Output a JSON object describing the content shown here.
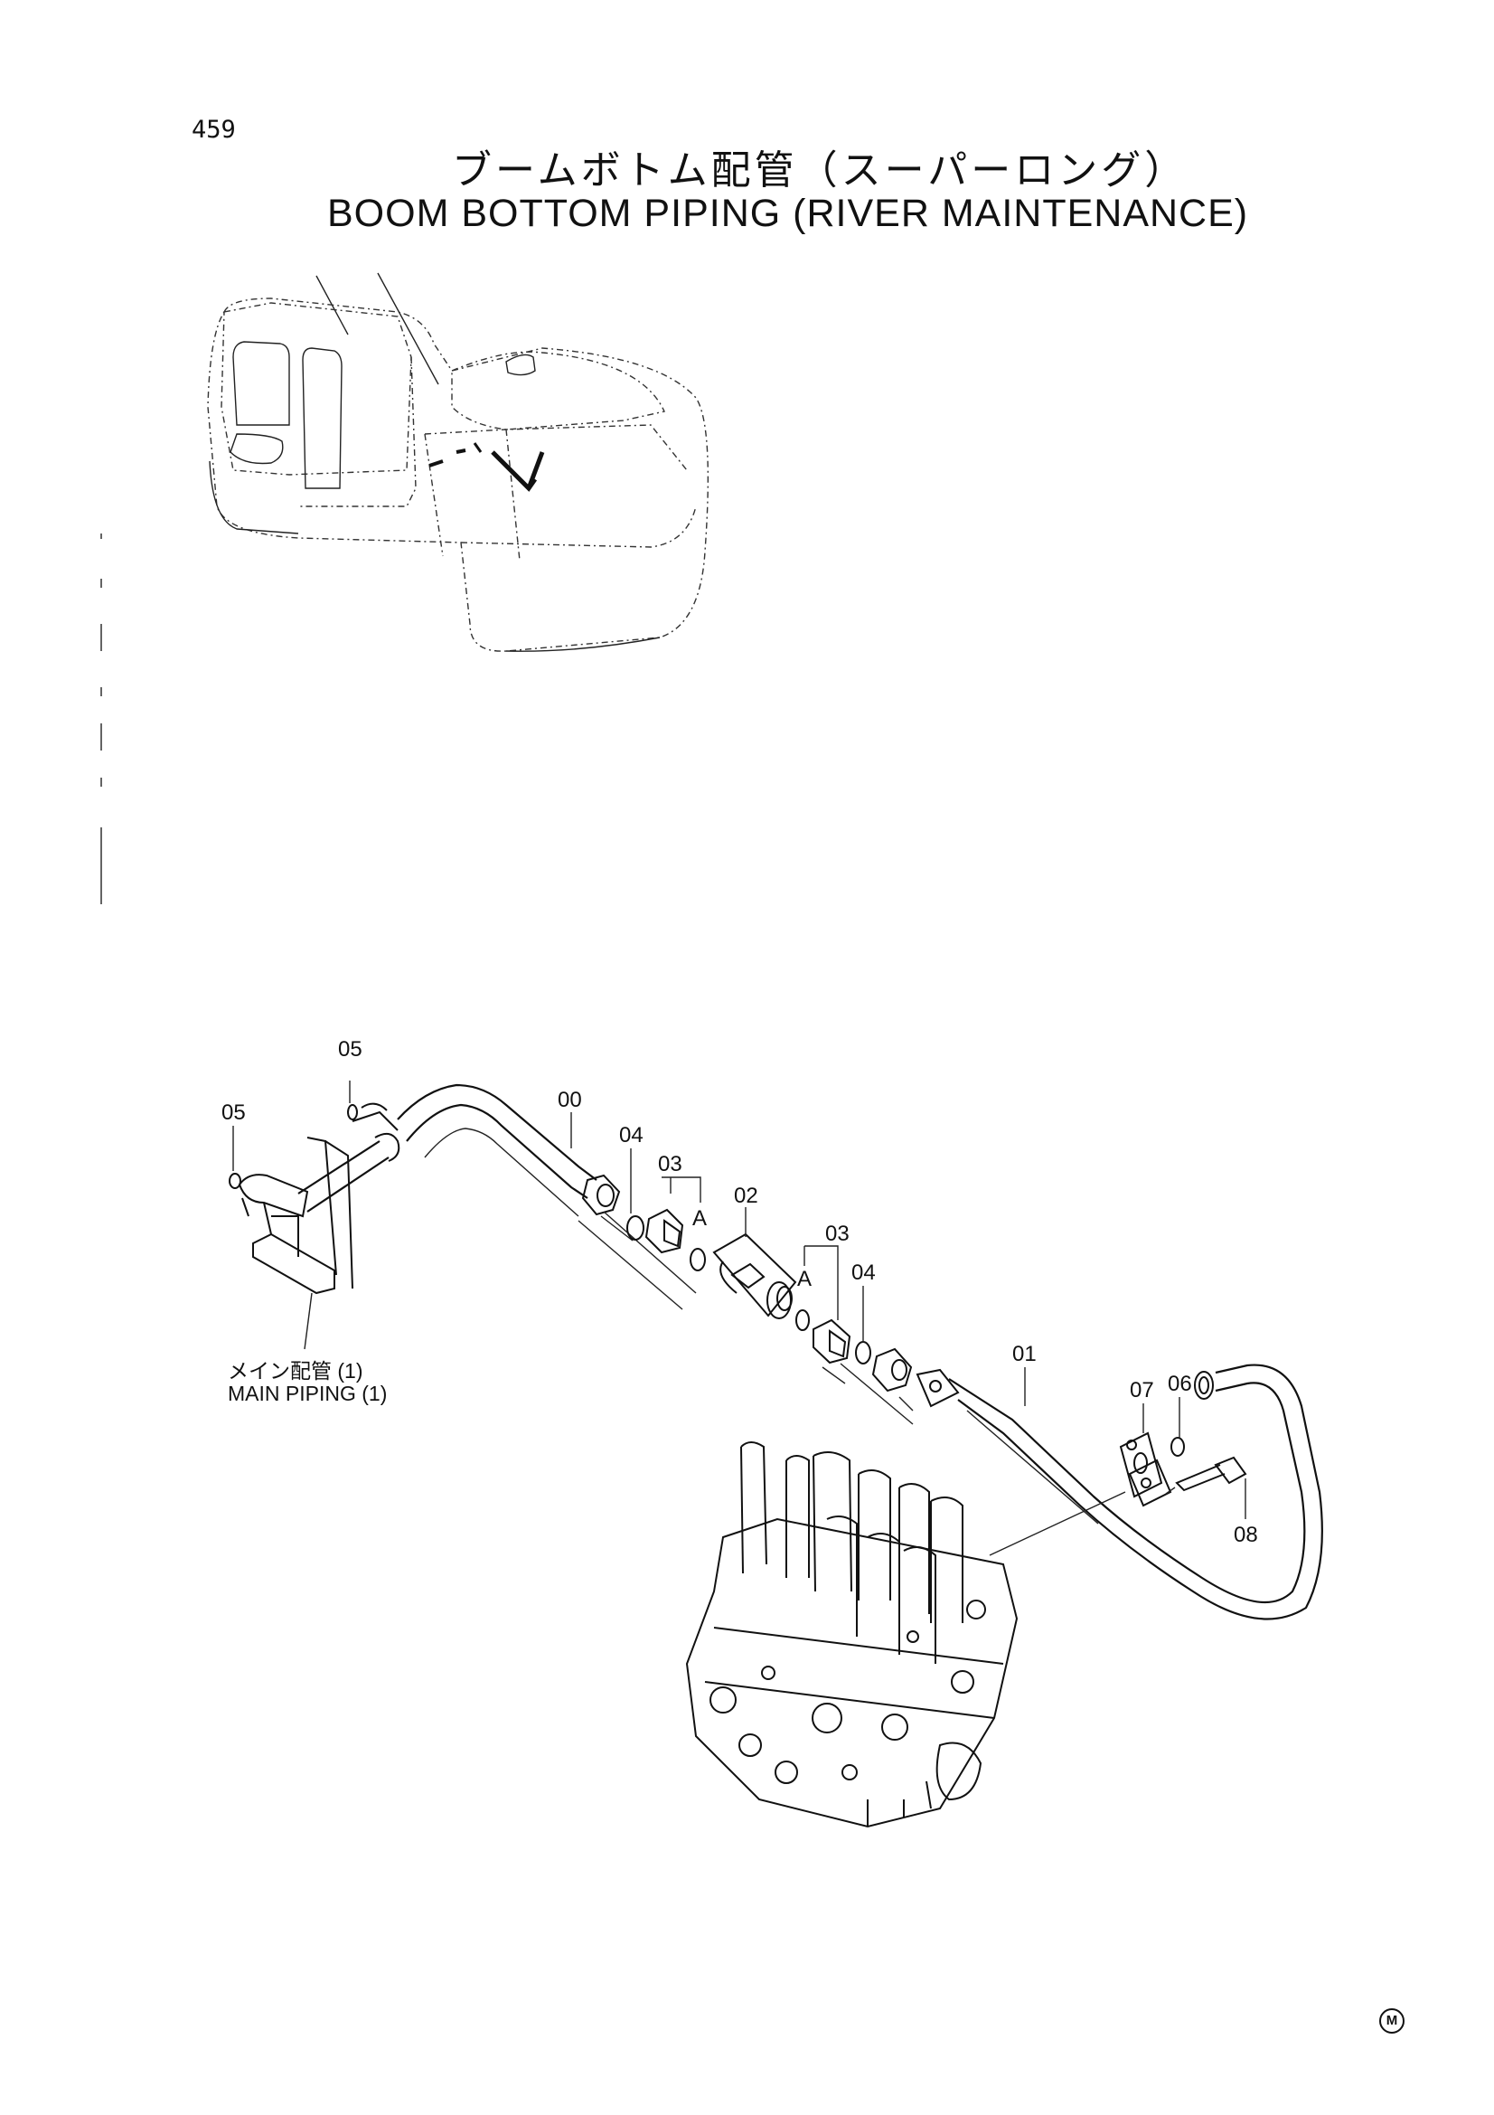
{
  "page": {
    "number": "459",
    "title_jp": "ブームボトム配管（スーパーロング）",
    "title_en": "BOOM BOTTOM PIPING (RIVER MAINTENANCE)"
  },
  "callouts": {
    "p00": "00",
    "p01": "01",
    "p02": "02",
    "p03a": "03",
    "p03b": "03",
    "p04a": "04",
    "p04b": "04",
    "p05a": "05",
    "p05b": "05",
    "p06": "06",
    "p07": "07",
    "p08": "08",
    "detail_a1": "A",
    "detail_a2": "A"
  },
  "reference": {
    "label_jp": "メイン配管 (1)",
    "label_en": "MAIN PIPING (1)"
  },
  "footer": {
    "mark": "M"
  }
}
